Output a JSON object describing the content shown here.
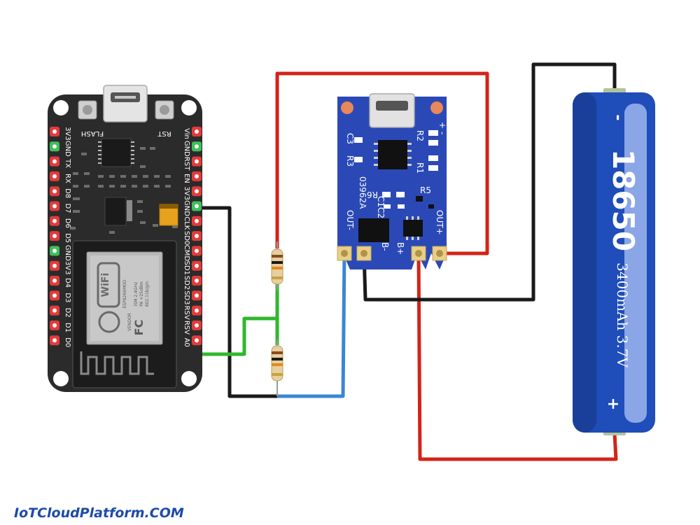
{
  "nodemcu": {
    "buttons": {
      "flash": "FLASH",
      "rst": "RST"
    },
    "left_pins": [
      "3V3",
      "GND",
      "TX",
      "RX",
      "D8",
      "D7",
      "D6",
      "D5",
      "GND",
      "3V3",
      "D4",
      "D3",
      "D2",
      "D1",
      "D0"
    ],
    "right_pins": [
      "Vin",
      "GND",
      "RST",
      "EN",
      "3V3",
      "GND",
      "CLK",
      "SD0",
      "CMD",
      "SD1",
      "SD2",
      "SD3",
      "RSV",
      "RSV",
      "A0"
    ],
    "module": {
      "logo": "WiFi",
      "model": "ESP8266MOD",
      "vendor": "VENDOR",
      "specs": [
        "ISM 2.4GHz",
        "PA +25dBm",
        "802.11b/g/n"
      ],
      "fc": "FC"
    }
  },
  "charger": {
    "labels": {
      "c3": "C3",
      "r3": "R3",
      "r2": "R2",
      "r1": "R1",
      "r6": "R6",
      "r5": "R5",
      "c1c2": "C1C2",
      "code": "03962A",
      "out_minus": "OUT-",
      "out_plus": "OUT+",
      "b_minus": "B-",
      "b_plus": "B+",
      "minus": "-",
      "plus": "+"
    }
  },
  "battery": {
    "model": "18650",
    "spec": "3400mAh 3.7V",
    "minus": "-",
    "plus": "+"
  },
  "colors": {
    "wire_red": "#d42318",
    "wire_black": "#1a1a1a",
    "wire_green": "#2fb82c",
    "wire_blue": "#3a86d4",
    "board": "#2b2b2b",
    "charger_blue": "#2b49b6",
    "battery_blue": "#1f4db9"
  },
  "footer": "IoTCloudPlatform.COM"
}
